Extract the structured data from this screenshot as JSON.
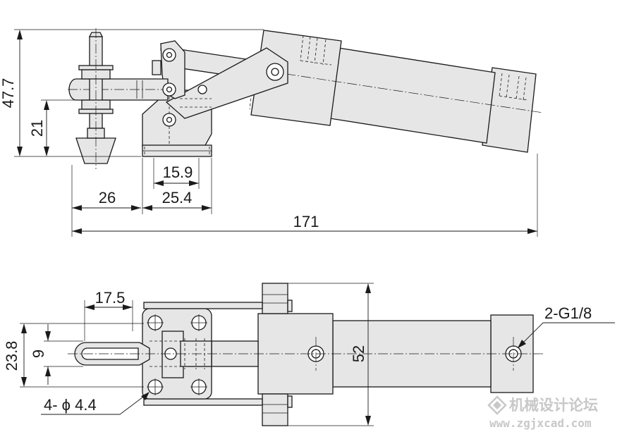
{
  "dimensions": {
    "height_total": "47.7",
    "height_lower": "21",
    "handle_offset": "26",
    "base_width": "25.4",
    "hole_spacing_side": "15.9",
    "overall_length": "171",
    "hole_spacing_top": "17.5",
    "base_depth": "23.8",
    "spindle_width": "9",
    "cylinder_width": "52",
    "port_thread": "2-G1/8",
    "mounting_holes": "4- ϕ 4.4"
  },
  "watermark": {
    "text": "机械设计论坛",
    "url": "www.zgjxcad.com"
  },
  "colors": {
    "part_fill": "#e6e6e6",
    "line": "#1a1a1a",
    "background": "#ffffff",
    "watermark": "#c8c8c8"
  }
}
